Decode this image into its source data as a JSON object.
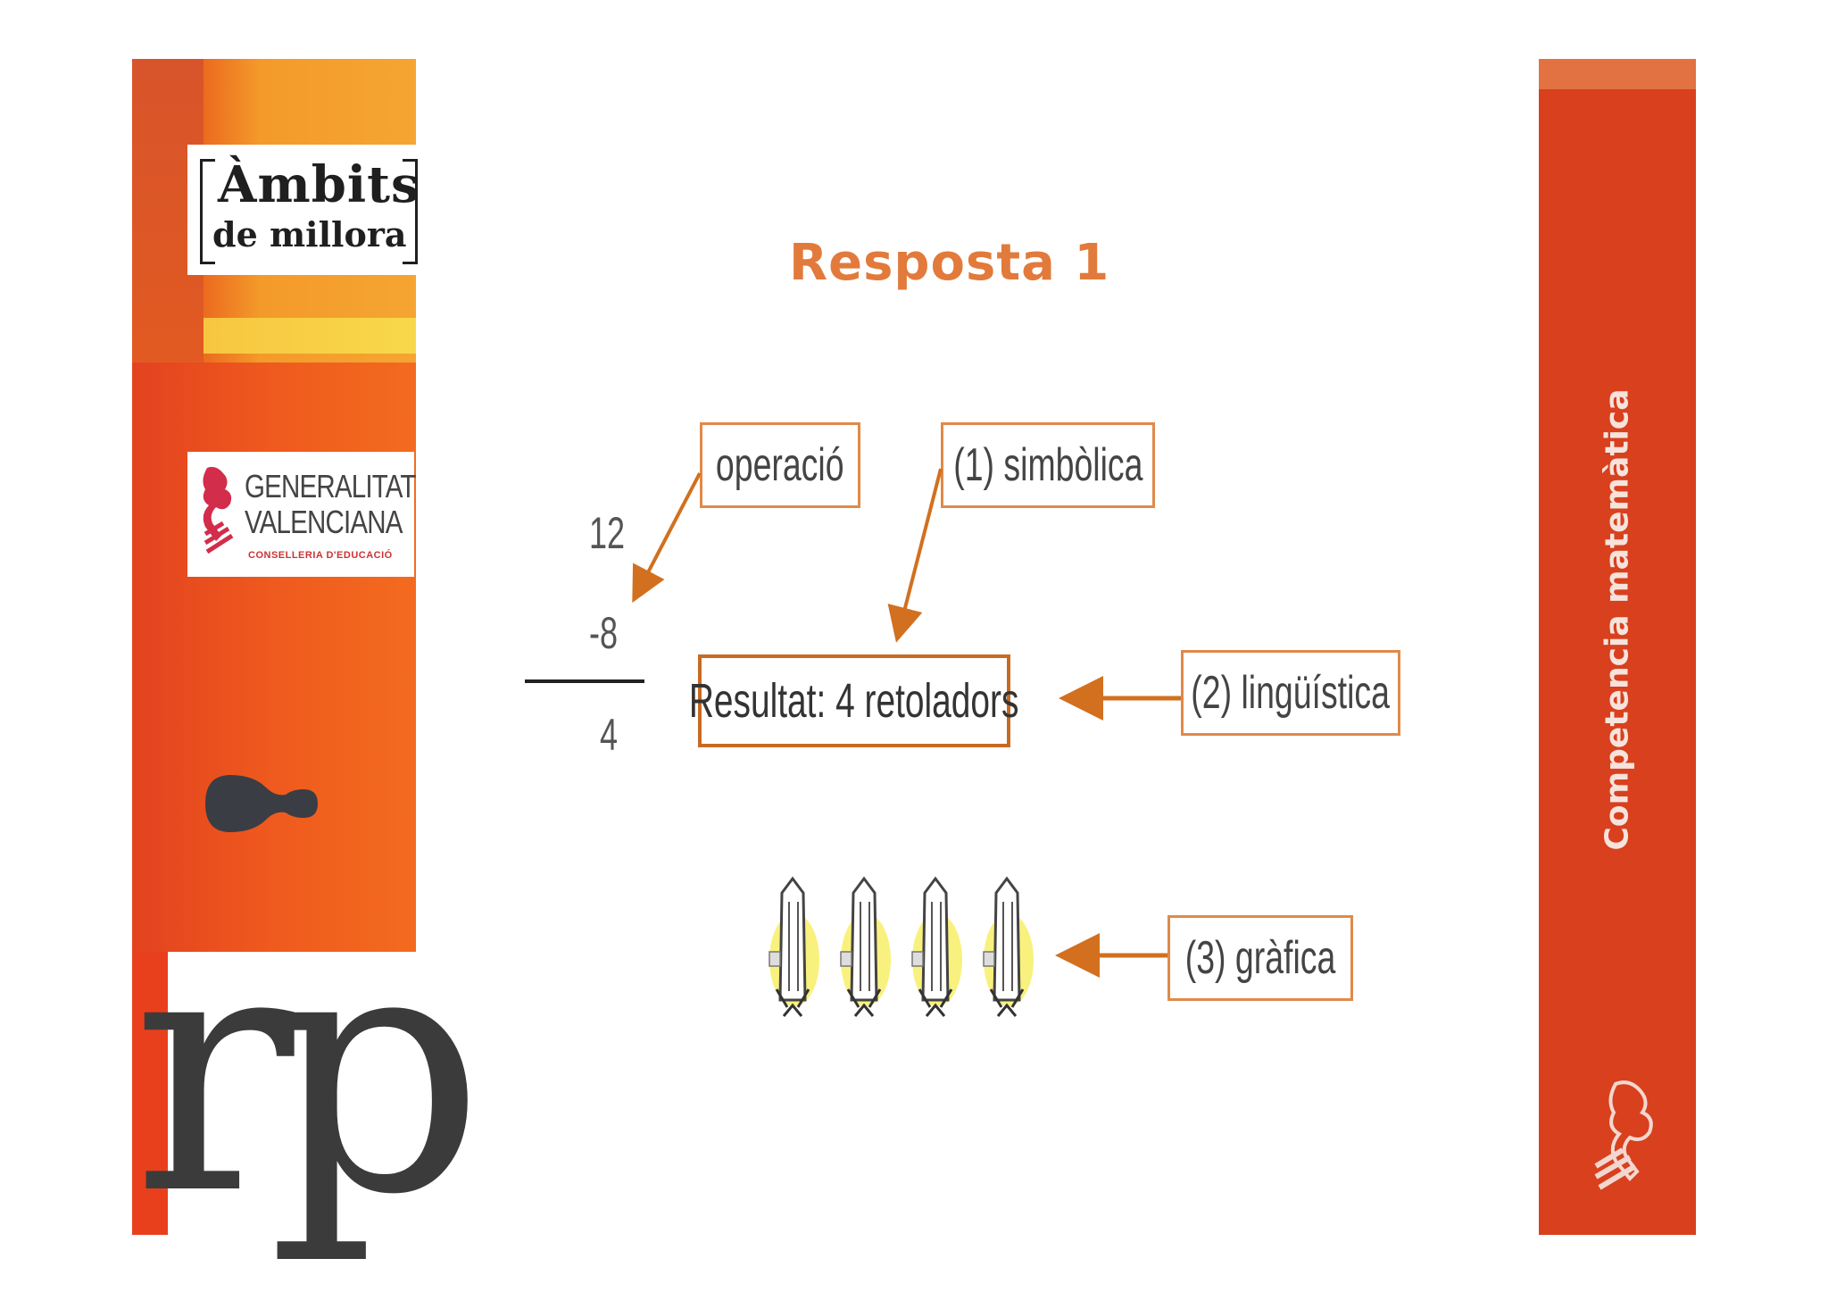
{
  "left_band": {
    "ambits_line1": "Àmbits",
    "ambits_line2": "de millora",
    "gv_line1": "GENERALITAT",
    "gv_line2": "VALENCIANA",
    "gv_line3": "CONSELLERIA D'EDUCACIÓ",
    "rp_mark": "rp"
  },
  "right_band": {
    "title": "Competencia matemàtica"
  },
  "slide": {
    "title": "Resposta 1",
    "operation": {
      "minuend": "12",
      "subtrahend": "-8",
      "result": "4"
    },
    "labels": {
      "operacio": "operació",
      "simbolica": "(1) simbòlica",
      "linguistica": "(2) lingüística",
      "grafica": "(3) gràfica"
    },
    "result_box": "Resultat: 4 retoladors",
    "marker_count": 4
  },
  "colors": {
    "accent_orange": "#e27a3c",
    "arrow_orange": "#d2701f",
    "band_red": "#d8401e"
  }
}
